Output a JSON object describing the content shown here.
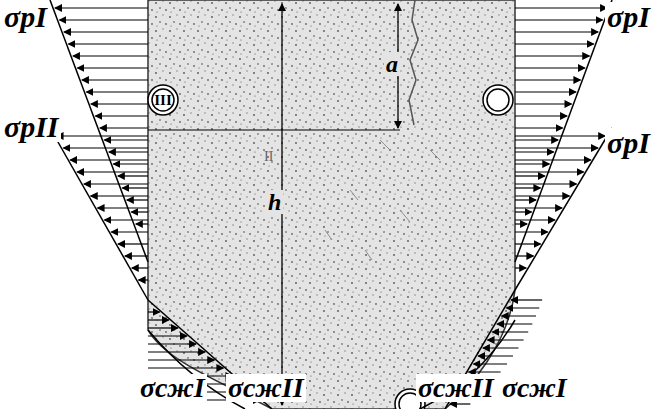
{
  "diagram": {
    "labels": [
      "σрI",
      "σрII",
      "σрI",
      "σрI",
      "σсжI",
      "σсжII",
      "σсжII",
      "σсжI",
      "a",
      "h",
      "III",
      "II"
    ]
  }
}
